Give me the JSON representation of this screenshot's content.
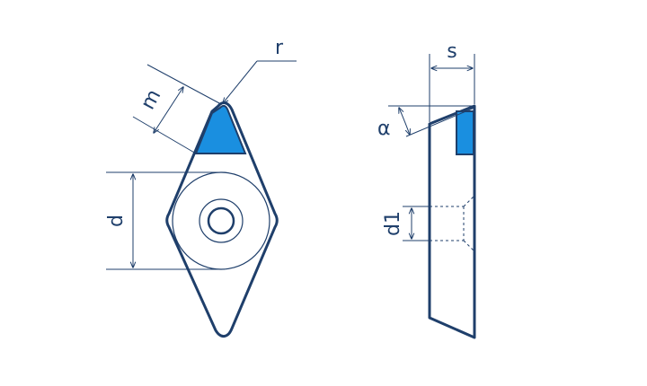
{
  "labels": {
    "r": "r",
    "m": "m",
    "d": "d",
    "s": "s",
    "alpha": "α",
    "d1": "d1"
  },
  "colors": {
    "outline": "#1f3f6b",
    "insert_fill": "#1a8fe0"
  }
}
